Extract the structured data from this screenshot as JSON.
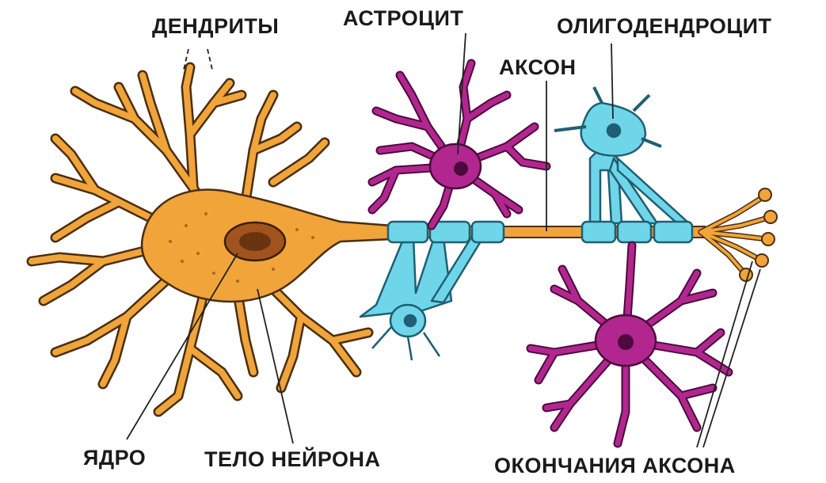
{
  "labels": {
    "dendrites": "ДЕНДРИТЫ",
    "astrocyte": "АСТРОЦИТ",
    "oligodendrocyte": "ОЛИГОДЕНДРОЦИТ",
    "axon": "АКСОН",
    "nucleus": "ЯДРО",
    "neuron_body": "ТЕЛО НЕЙРОНА",
    "axon_terminals": "ОКОНЧАНИЯ АКСОНА"
  },
  "colors": {
    "neuron": "#f0a43a",
    "neuron_outline": "#4a2e10",
    "nucleus": "#a0531d",
    "myelin_glia": "#6fd6ea",
    "myelin_outline": "#1f5f73",
    "astrocyte": "#b1278f",
    "astrocyte_outline": "#4d0a3c",
    "leader_line": "#222222"
  }
}
